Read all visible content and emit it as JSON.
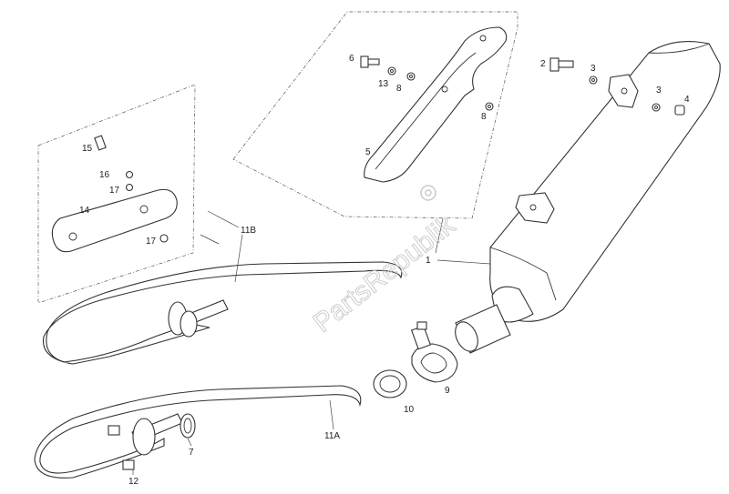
{
  "watermark": "PartsRepublik",
  "callouts": [
    {
      "id": "c1",
      "text": "1"
    },
    {
      "id": "c2",
      "text": "2"
    },
    {
      "id": "c3a",
      "text": "3"
    },
    {
      "id": "c3b",
      "text": "3"
    },
    {
      "id": "c4",
      "text": "4"
    },
    {
      "id": "c5",
      "text": "5"
    },
    {
      "id": "c6",
      "text": "6"
    },
    {
      "id": "c7",
      "text": "7"
    },
    {
      "id": "c8a",
      "text": "8"
    },
    {
      "id": "c8b",
      "text": "8"
    },
    {
      "id": "c9",
      "text": "9"
    },
    {
      "id": "c10",
      "text": "10"
    },
    {
      "id": "c11A",
      "text": "11A"
    },
    {
      "id": "c11B",
      "text": "11B"
    },
    {
      "id": "c12",
      "text": "12"
    },
    {
      "id": "c13",
      "text": "13"
    },
    {
      "id": "c14",
      "text": "14"
    },
    {
      "id": "c15",
      "text": "15"
    },
    {
      "id": "c16",
      "text": "16"
    },
    {
      "id": "c17a",
      "text": "17"
    },
    {
      "id": "c17b",
      "text": "17"
    }
  ]
}
